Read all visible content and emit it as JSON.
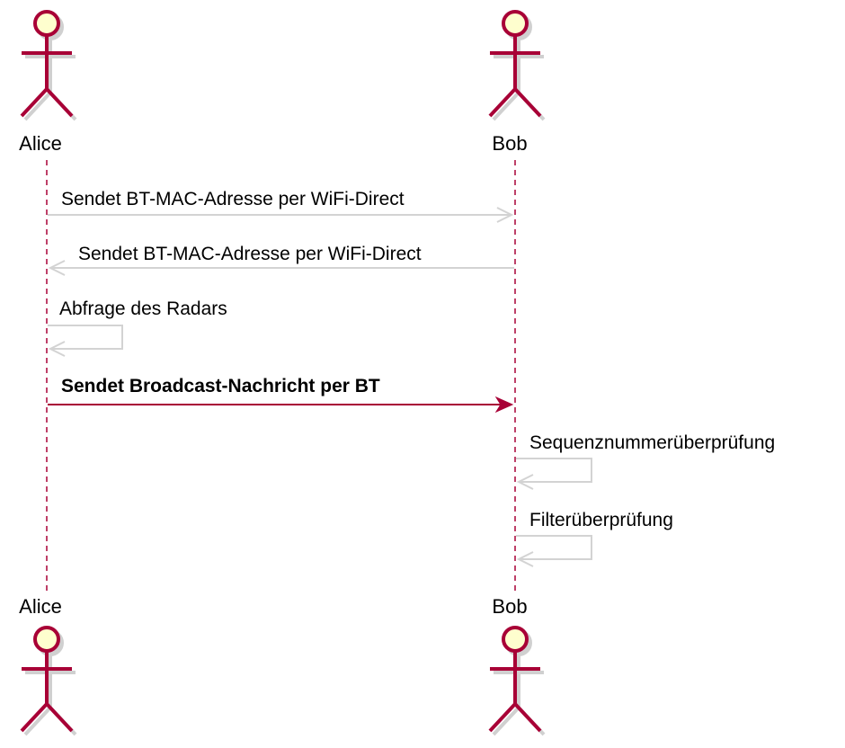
{
  "diagram": {
    "type": "sequence",
    "colors": {
      "actor_fill": "#FEFECE",
      "actor_stroke": "#A80036",
      "lifeline": "#A80036",
      "message_grey": "#D3D3D3",
      "message_highlight": "#A80036",
      "shadow": "#D0D0D0"
    }
  },
  "participants": [
    {
      "id": "alice",
      "name": "Alice"
    },
    {
      "id": "bob",
      "name": "Bob"
    }
  ],
  "messages": [
    {
      "from": "alice",
      "to": "bob",
      "label": "Sendet BT-MAC-Adresse per WiFi-Direct",
      "highlight": false,
      "bold": false
    },
    {
      "from": "bob",
      "to": "alice",
      "label": "Sendet BT-MAC-Adresse per WiFi-Direct",
      "highlight": false,
      "bold": false
    },
    {
      "from": "alice",
      "to": "alice",
      "label": "Abfrage des Radars",
      "highlight": false,
      "bold": false
    },
    {
      "from": "alice",
      "to": "bob",
      "label": "Sendet Broadcast-Nachricht per BT",
      "highlight": true,
      "bold": true
    },
    {
      "from": "bob",
      "to": "bob",
      "label": "Sequenznummerüberprüfung",
      "highlight": false,
      "bold": false
    },
    {
      "from": "bob",
      "to": "bob",
      "label": "Filterüberprüfung",
      "highlight": false,
      "bold": false
    }
  ]
}
